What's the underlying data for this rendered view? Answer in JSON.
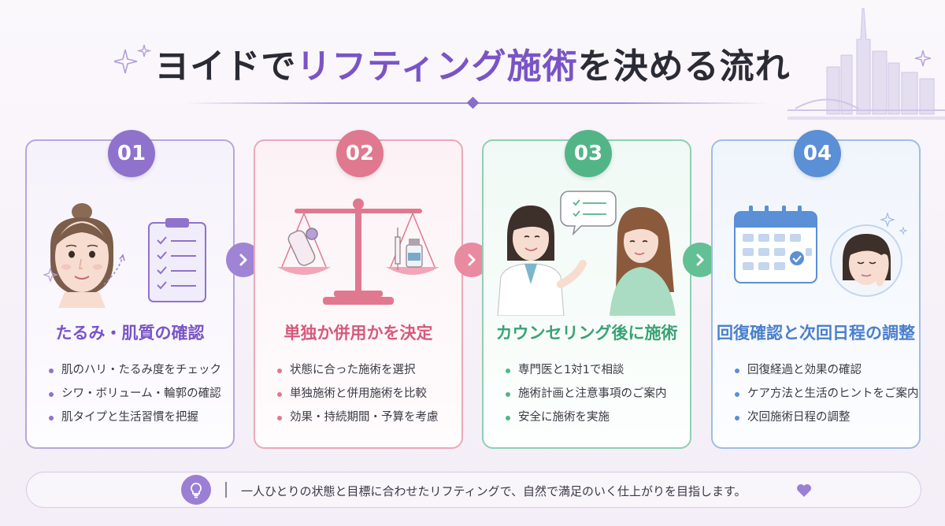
{
  "title": {
    "part1": "ヨイドで",
    "accent": "リフティング施術",
    "part2": "を決める流れ"
  },
  "colors": {
    "purple": "#8f72cc",
    "pink": "#e07890",
    "green": "#52b588",
    "blue": "#5b8fd6"
  },
  "steps": [
    {
      "number": "01",
      "title": "たるみ・肌質の確認",
      "bullets": [
        "肌のハリ・たるみ度をチェック",
        "シワ・ボリューム・輪郭の確認",
        "肌タイプと生活習慣を把握"
      ]
    },
    {
      "number": "02",
      "title": "単独か併用かを決定",
      "bullets": [
        "状態に合った施術を選択",
        "単独施術と併用施術を比較",
        "効果・持続期間・予算を考慮"
      ]
    },
    {
      "number": "03",
      "title": "カウンセリング後に施術",
      "bullets": [
        "専門医と1対1で相談",
        "施術計画と注意事項のご案内",
        "安全に施術を実施"
      ]
    },
    {
      "number": "04",
      "title": "回復確認と次回日程の調整",
      "bullets": [
        "回復経過と効果の確認",
        "ケア方法と生活のヒントをご案内",
        "次回施術日程の調整"
      ]
    }
  ],
  "footer": {
    "text": "一人ひとりの状態と目標に合わせたリフティングで、自然で満足のいく仕上がりを目指します。"
  }
}
